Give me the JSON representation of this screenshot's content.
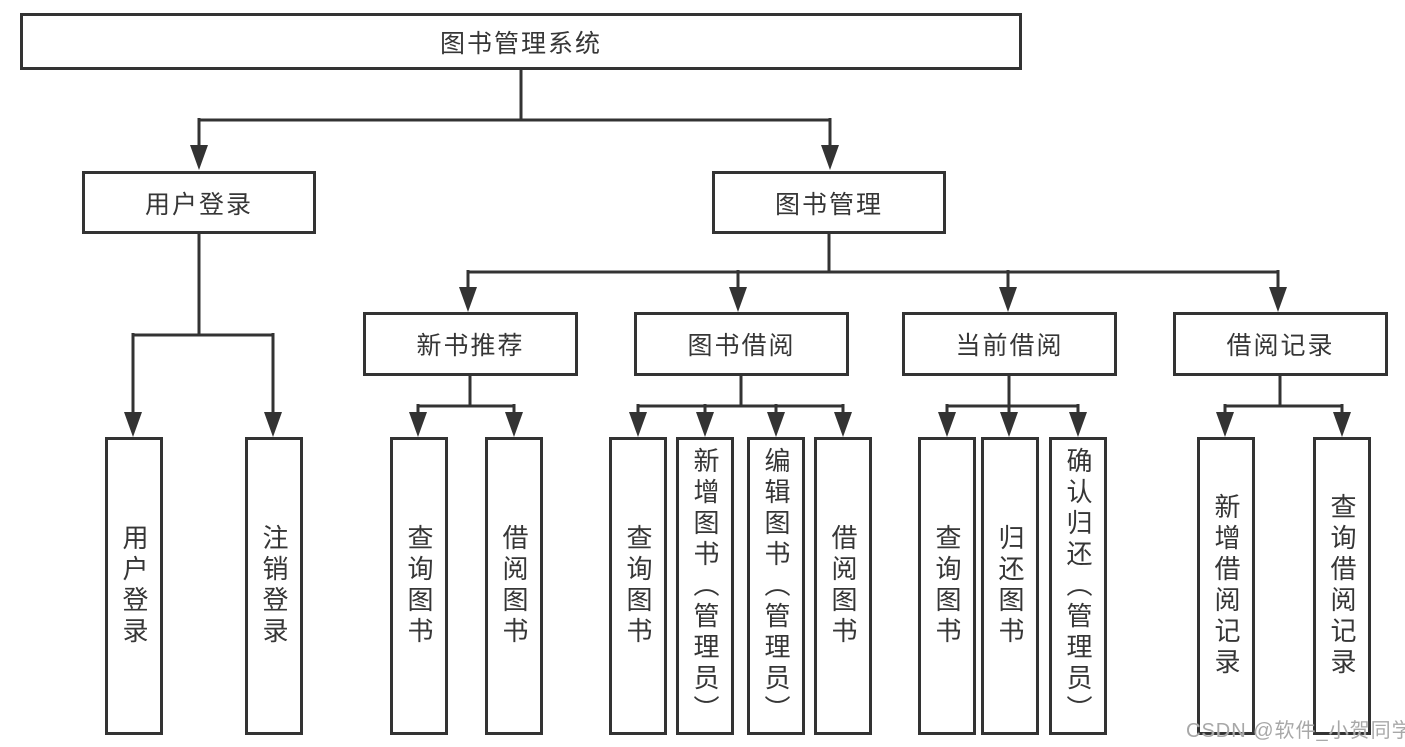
{
  "tree": {
    "label": "图书管理系统",
    "children": [
      {
        "label": "用户登录",
        "children": [
          {
            "label": "用户登录"
          },
          {
            "label": "注销登录"
          }
        ]
      },
      {
        "label": "图书管理",
        "children": [
          {
            "label": "新书推荐",
            "children": [
              {
                "label": "查询图书"
              },
              {
                "label": "借阅图书"
              }
            ]
          },
          {
            "label": "图书借阅",
            "children": [
              {
                "label": "查询图书"
              },
              {
                "label": "新增图书（管理员）"
              },
              {
                "label": "编辑图书（管理员）"
              },
              {
                "label": "借阅图书"
              }
            ]
          },
          {
            "label": "当前借阅",
            "children": [
              {
                "label": "查询图书"
              },
              {
                "label": "归还图书"
              },
              {
                "label": "确认归还（管理员）"
              }
            ]
          },
          {
            "label": "借阅记录",
            "children": [
              {
                "label": "新增借阅记录"
              },
              {
                "label": "查询借阅记录"
              }
            ]
          }
        ]
      }
    ]
  },
  "watermark": "CSDN @软件_小贺同学",
  "colors": {
    "line": "#333333",
    "text": "#363636",
    "watermark": "#a8a8a8",
    "background": "#ffffff"
  }
}
